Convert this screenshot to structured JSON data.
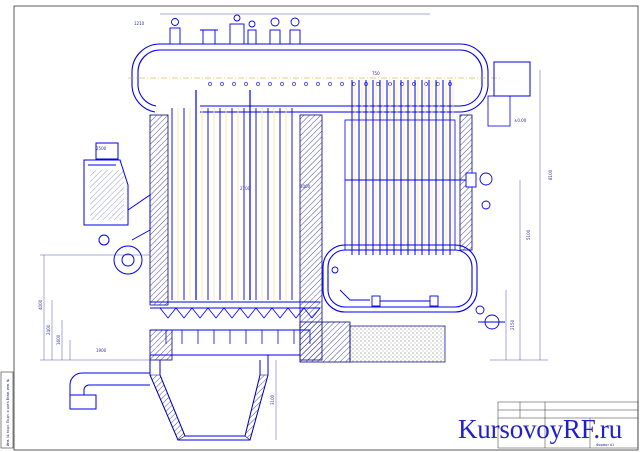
{
  "drawing": {
    "colors": {
      "line": "#0000ee",
      "hatch": "#000088",
      "dim": "#2a2aa0",
      "tube": "#f5e9a8",
      "shade": "#cfcfcf",
      "background": "#ffffff"
    },
    "dimensions": {
      "d1": "1210",
      "d2": "2150",
      "d3": "3000",
      "d4": "2700",
      "d5": "8100",
      "d6": "5100",
      "d7": "2500",
      "d8": "1600",
      "d9": "2400",
      "d10": "4000",
      "d11": "1900",
      "d12": "750",
      "d13": "±0.00",
      "d14": "3100"
    },
    "frame_label": "Инв. № подл.   Подп. и дата   Взам. инв. №",
    "stamp_caption": "Формат А1"
  },
  "watermark": {
    "text": "KursovoyRF.ru"
  }
}
